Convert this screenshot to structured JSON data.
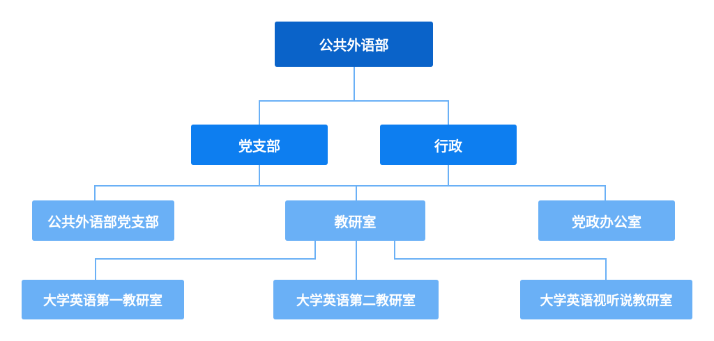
{
  "org_chart": {
    "root": {
      "label": "公共外语部"
    },
    "level2": [
      {
        "label": "党支部"
      },
      {
        "label": "行政"
      }
    ],
    "level3": [
      {
        "label": "公共外语部党支部"
      },
      {
        "label": "教研室"
      },
      {
        "label": "党政办公室"
      }
    ],
    "level4": [
      {
        "label": "大学英语第一教研室"
      },
      {
        "label": "大学英语第二教研室"
      },
      {
        "label": "大学英语视听说教研室"
      }
    ]
  },
  "colors": {
    "root": "#0a63c9",
    "level2": "#0d7ef0",
    "level3_4": "#6ab0f6",
    "connector": "#6ab0f6"
  }
}
